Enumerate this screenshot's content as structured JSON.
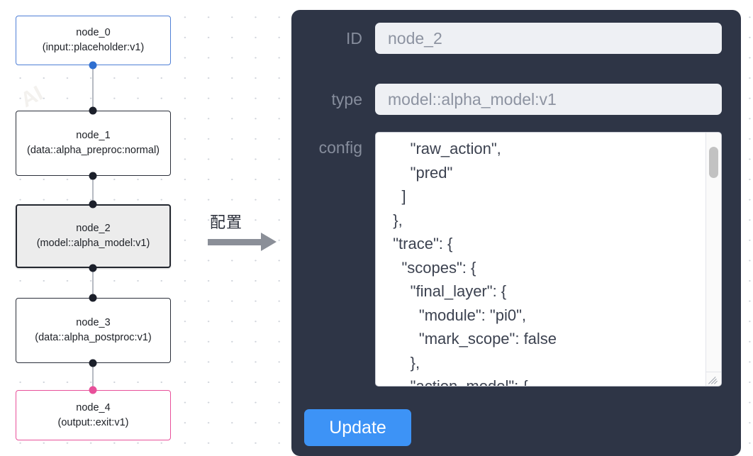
{
  "graph": {
    "nodes": [
      {
        "id": "node_0",
        "type": "(input::placeholder:v1)",
        "kind": "input"
      },
      {
        "id": "node_1",
        "type": "(data::alpha_preproc:normal)",
        "kind": "default"
      },
      {
        "id": "node_2",
        "type": "(model::alpha_model:v1)",
        "kind": "selected"
      },
      {
        "id": "node_3",
        "type": "(data::alpha_postproc:v1)",
        "kind": "default"
      },
      {
        "id": "node_4",
        "type": "(output::exit:v1)",
        "kind": "output"
      }
    ],
    "colors": {
      "input_border": "#4f7fd6",
      "output_border": "#e8509a",
      "default_border": "#2b2f3a",
      "selected_fill": "#ececec",
      "edge": "#b6bac2",
      "port": "#1b1f2a"
    }
  },
  "arrow": {
    "label": "配置",
    "color": "#8b8f98"
  },
  "panel": {
    "background": "#2e3546",
    "fields": {
      "id": {
        "label": "ID",
        "value": "node_2"
      },
      "type": {
        "label": "type",
        "value": "model::alpha_model:v1"
      },
      "config": {
        "label": "config"
      }
    },
    "config_text": "      \"raw_action\",\n      \"pred\"\n    ]\n  },\n  \"trace\": {\n    \"scopes\": {\n      \"final_layer\": {\n        \"module\": \"pi0\",\n        \"mark_scope\": false\n      },\n      \"action_model\": {",
    "update_button": {
      "label": "Update",
      "color": "#3d93f6"
    },
    "scrollbar": {
      "visible": true
    }
  },
  "watermark": {
    "texts": [
      "AI",
      "AI",
      "AI",
      "AI",
      "AI",
      "AI"
    ]
  }
}
